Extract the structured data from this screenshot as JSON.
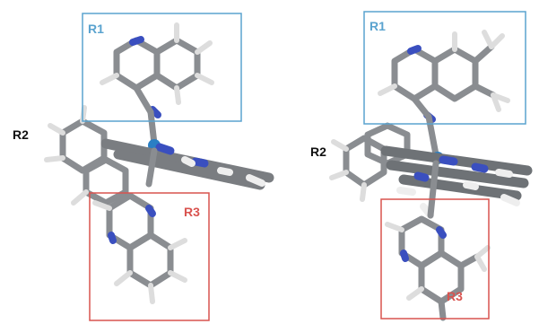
{
  "structures": [
    {
      "boxes": [
        {
          "label": "R1",
          "color": "#5aa3cf"
        },
        {
          "label": "R3",
          "color": "#d9534f"
        }
      ],
      "free_label": "R2"
    },
    {
      "boxes": [
        {
          "label": "R1",
          "color": "#5aa3cf"
        },
        {
          "label": "R3",
          "color": "#d9534f"
        }
      ],
      "free_label": "R2"
    }
  ],
  "colors": {
    "carbon": "#8a8d91",
    "nitrogen": "#3a4fbf",
    "hydrogen": "#e6e6e6",
    "metal": "#2a7fc4",
    "free_label": "#111111"
  }
}
